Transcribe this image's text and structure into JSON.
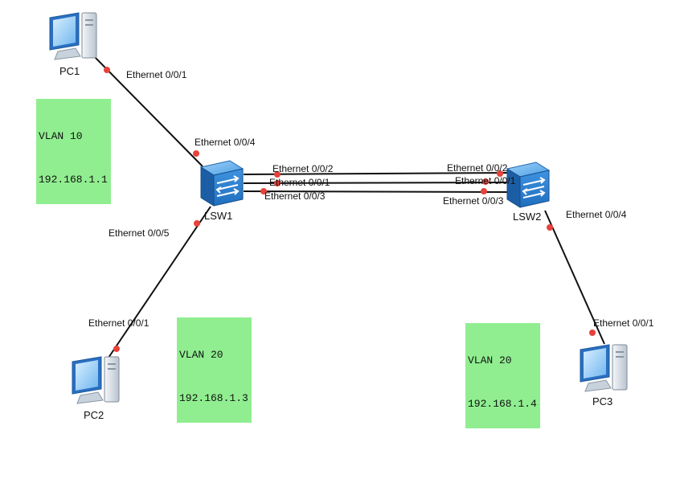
{
  "devices": {
    "pc1": "PC1",
    "pc2": "PC2",
    "pc3": "PC3",
    "lsw1": "LSW1",
    "lsw2": "LSW2"
  },
  "ports": {
    "pc1_e001": "Ethernet 0/0/1",
    "lsw1_e004": "Ethernet 0/0/4",
    "lsw1_e005": "Ethernet 0/0/5",
    "lsw1_e002": "Ethernet 0/0/2",
    "lsw1_e001": "Ethernet 0/0/1",
    "lsw1_e003": "Ethernet 0/0/3",
    "pc2_e001": "Ethernet 0/0/1",
    "lsw2_e002": "Ethernet 0/0/2",
    "lsw2_e001": "Ethernet 0/0/1",
    "lsw2_e003": "Ethernet 0/0/3",
    "lsw2_e004": "Ethernet 0/0/4",
    "pc3_e001": "Ethernet 0/0/1"
  },
  "vlans": {
    "pc1": {
      "vlan": "VLAN 10",
      "ip": "192.168.1.1"
    },
    "pc2": {
      "vlan": "VLAN 20",
      "ip": "192.168.1.3"
    },
    "pc3": {
      "vlan": "VLAN 20",
      "ip": "192.168.1.4"
    }
  },
  "colors": {
    "link": "#111111",
    "port_dot": "#e8423a",
    "vlan_bg": "#90ee90",
    "switch_blue": "#2f86d6",
    "pc_blue": "#3d8fdc"
  },
  "icons": {
    "pc": "computer-icon",
    "switch": "switch-icon"
  }
}
